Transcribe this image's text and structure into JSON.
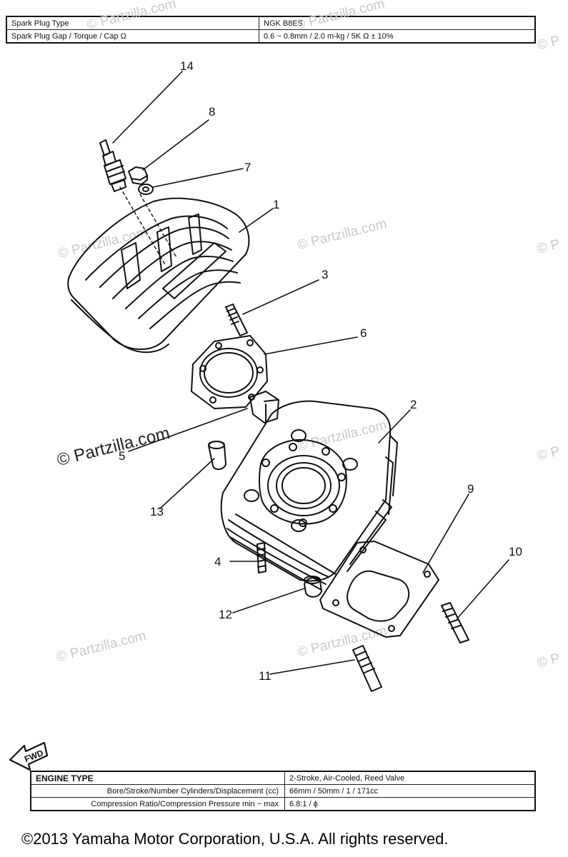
{
  "spec_table": {
    "rows": [
      {
        "label": "Spark Plug Type",
        "value": "NGK B8ES"
      },
      {
        "label": "Spark Plug Gap / Torque / Cap Ω",
        "value": "0.6 ~ 0.8mm / 2.0 m-kg / 5K Ω ± 10%"
      }
    ]
  },
  "watermarks": {
    "text": "© Partzilla.com",
    "edge_text": "© P",
    "main_text": "© Partzilla.com"
  },
  "callouts": {
    "c1": "1",
    "c2": "2",
    "c3": "3",
    "c4": "4",
    "c5": "5",
    "c6": "6",
    "c7": "7",
    "c8": "8",
    "c9": "9",
    "c10": "10",
    "c11": "11",
    "c12": "12",
    "c13": "13",
    "c14": "14"
  },
  "fwd_label": "FWD",
  "engine_table": {
    "header": {
      "label": "ENGINE TYPE",
      "value": "2-Stroke, Air-Cooled, Reed Valve"
    },
    "rows": [
      {
        "label": "Bore/Stroke/Number Cylinders/Displacement (cc)",
        "value": "66mm / 50mm / 1 / 171cc"
      },
      {
        "label": "Compression Ratio/Compression Pressure min ~ max",
        "value": "6.8:1 / ϕ"
      }
    ]
  },
  "copyright": "©2013  Yamaha Motor Corporation, U.S.A. All rights reserved."
}
